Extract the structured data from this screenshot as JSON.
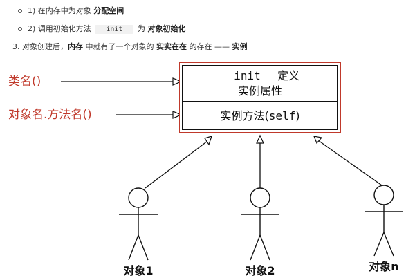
{
  "notes": {
    "line1": {
      "prefix": "1) 在内存中为对象 ",
      "bold": "分配空间"
    },
    "line2": {
      "prefix": "2) 调用初始化方法 ",
      "code": "__init__",
      "mid": " 为 ",
      "bold": "对象初始化"
    },
    "line3": {
      "p1": "3. 对象创建后，",
      "b1": "内存",
      "p2": " 中就有了一个对象的 ",
      "b2": "实实在在",
      "p3": " 的存在 —— ",
      "b3": "实例"
    }
  },
  "labels": {
    "class_name": "类名()",
    "object_method": "对象名.方法名()"
  },
  "class_box": {
    "init_code": "__init__",
    "define": " 定义",
    "attributes": "实例属性",
    "method_prefix": "实例方法(",
    "method_param": "self",
    "method_suffix": ")"
  },
  "objects": [
    "对象1",
    "对象2",
    "对象n"
  ],
  "colors": {
    "label_red": "#c0392b",
    "box_border_red": "#c0392b",
    "line": "#111111"
  }
}
